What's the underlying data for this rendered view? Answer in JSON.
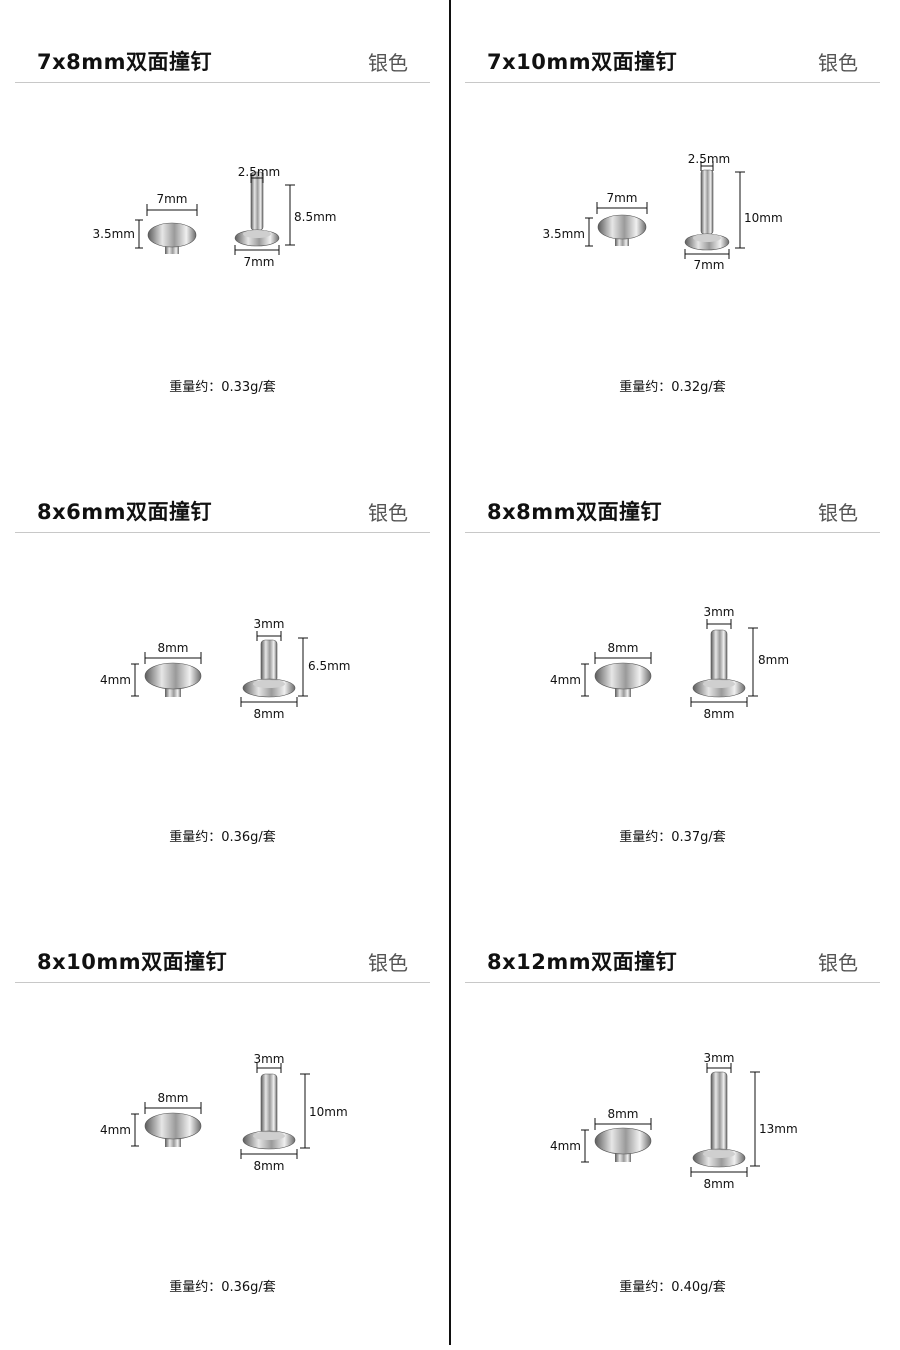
{
  "cells": [
    {
      "title": "7x8mm双面撞钉",
      "color": "银色",
      "weight": "重量约：0.33g/套",
      "cap_diameter": "7mm",
      "cap_height": "3.5mm",
      "post_diameter": "2.5mm",
      "post_height": "8.5mm",
      "base_diameter": "7mm"
    },
    {
      "title": "7x10mm双面撞钉",
      "color": "银色",
      "weight": "重量约：0.32g/套",
      "cap_diameter": "7mm",
      "cap_height": "3.5mm",
      "post_diameter": "2.5mm",
      "post_height": "10mm",
      "base_diameter": "7mm"
    },
    {
      "title": "8x6mm双面撞钉",
      "color": "银色",
      "weight": "重量约：0.36g/套",
      "cap_diameter": "8mm",
      "cap_height": "4mm",
      "post_diameter": "3mm",
      "post_height": "6.5mm",
      "base_diameter": "8mm"
    },
    {
      "title": "8x8mm双面撞钉",
      "color": "银色",
      "weight": "重量约：0.37g/套",
      "cap_diameter": "8mm",
      "cap_height": "4mm",
      "post_diameter": "3mm",
      "post_height": "8mm",
      "base_diameter": "8mm"
    },
    {
      "title": "8x10mm双面撞钉",
      "color": "银色",
      "weight": "重量约：0.36g/套",
      "cap_diameter": "8mm",
      "cap_height": "4mm",
      "post_diameter": "3mm",
      "post_height": "10mm",
      "base_diameter": "8mm"
    },
    {
      "title": "8x12mm双面撞钉",
      "color": "银色",
      "weight": "重量约：0.40g/套",
      "cap_diameter": "8mm",
      "cap_height": "4mm",
      "post_diameter": "3mm",
      "post_height": "13mm",
      "base_diameter": "8mm"
    }
  ]
}
